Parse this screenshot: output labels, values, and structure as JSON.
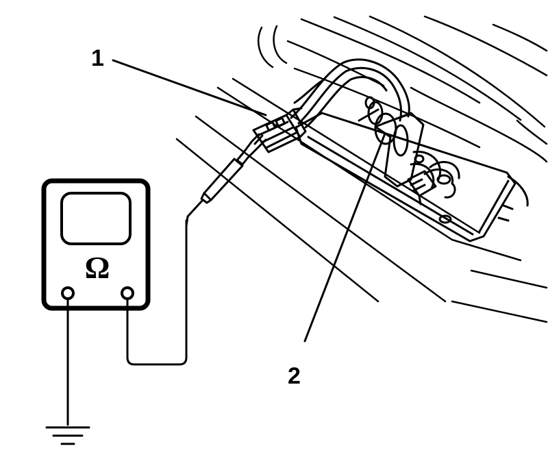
{
  "diagram": {
    "callouts": [
      {
        "id": "1",
        "label": "1"
      },
      {
        "id": "2",
        "label": "2"
      }
    ],
    "meter": {
      "symbol": "Ω",
      "icon": "ohmmeter-icon"
    },
    "ground": {
      "icon": "ground-symbol-icon"
    },
    "colors": {
      "line": "#000000",
      "background": "#ffffff"
    }
  }
}
